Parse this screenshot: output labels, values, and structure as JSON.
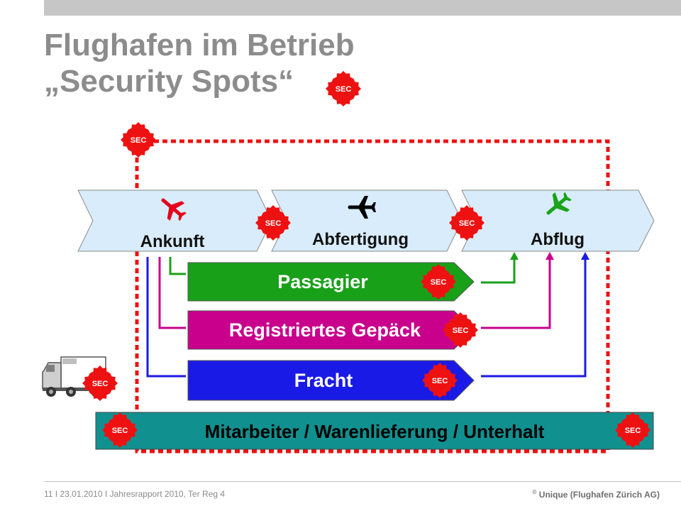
{
  "title": {
    "line1": "Flughafen im Betrieb",
    "line2": "„Security Spots“"
  },
  "sec_label": "SEC",
  "stages": [
    {
      "label": "Ankunft",
      "icon": "arrival-plane-icon",
      "color": "#e4001b"
    },
    {
      "label": "Abfertigung",
      "icon": "airplane-icon",
      "color": "#000000"
    },
    {
      "label": "Abflug",
      "icon": "departure-plane-icon",
      "color": "#1aa31a"
    }
  ],
  "flows": [
    {
      "label": "Passagier",
      "color": "#19a019"
    },
    {
      "label": "Registriertes Gepäck",
      "color": "#c8008c"
    },
    {
      "label": "Fracht",
      "color": "#1a1ae6"
    }
  ],
  "staff_bar": {
    "label": "Mitarbeiter / Warenlieferung / Unterhalt",
    "color": "#119090"
  },
  "colors": {
    "sec_burst": "#ee1111",
    "perimeter": "#ee1111",
    "chevron": "#d8ecfb"
  },
  "footer": {
    "left": "11  I  23.01.2010  I  Jahresrapport 2010, Ter Reg 4",
    "copyright_symbol": "©",
    "right": "Unique (Flughafen Zürich AG)"
  }
}
